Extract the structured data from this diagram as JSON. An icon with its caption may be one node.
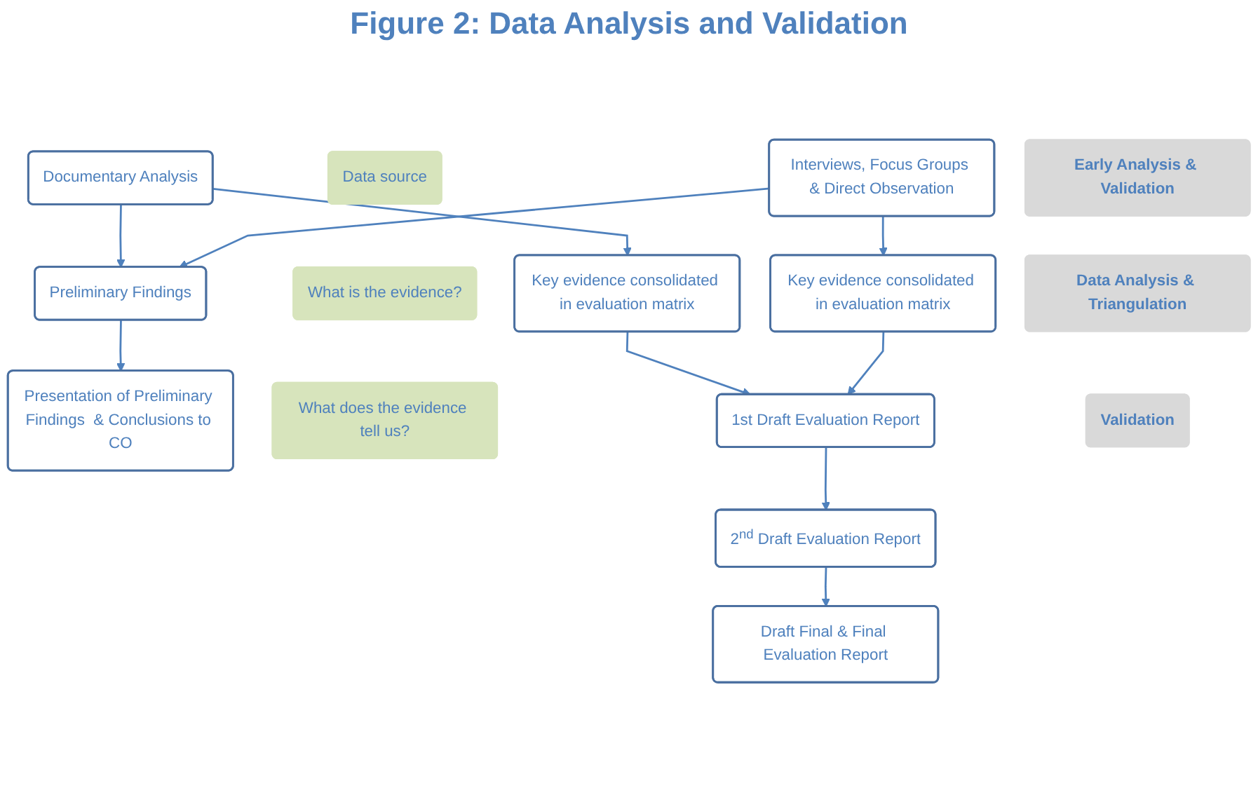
{
  "diagram": {
    "title": "Figure 2: Data Analysis and Validation",
    "nodes": [
      {
        "text": [
          "Data source"
        ]
      },
      {
        "text": [
          "Documentary Analysis"
        ]
      },
      {
        "text": [
          "Interviews, Focus Groups & Direct Observation"
        ]
      },
      {
        "text": [
          "Early Analysis & Validation"
        ]
      },
      {
        "text": [
          "What is the evidence?"
        ]
      },
      {
        "text": [
          "Preliminary Findings"
        ]
      },
      {
        "text": [
          "Presentation of Preliminary Findings  & Conclusions to CO"
        ]
      },
      {
        "text": [
          "Data Analysis & Triangulation"
        ]
      },
      {
        "text": [
          "What does the evidence tell us?"
        ]
      },
      {
        "text": [
          "Key evidence consolidated in evaluation matrix"
        ]
      },
      {
        "text": [
          "Key evidence consolidated in evaluation matrix"
        ]
      },
      {
        "text": [
          "1st Draft Evaluation Report"
        ]
      },
      {
        "text": [
          "Validation"
        ]
      },
      {
        "text": [
          "2$^{nd}$ Draft Evaluation Report"
        ]
      },
      {
        "text": [
          "Draft Final & Final Evaluation Report"
        ]
      }
    ],
    "edges": [
      {
        "from": 1,
        "to": 5,
        "arrow": "to"
      },
      {
        "from": 1,
        "to": 9,
        "arrow": "to"
      },
      {
        "from": 2,
        "to": 5,
        "arrow": "to"
      },
      {
        "from": 2,
        "to": 10,
        "arrow": "to"
      },
      {
        "from": 5,
        "to": 6,
        "arrow": "to"
      },
      {
        "from": 9,
        "to": 11,
        "arrow": "to"
      },
      {
        "from": 10,
        "to": 11,
        "arrow": "to"
      },
      {
        "from": 11,
        "to": 13,
        "arrow": "to"
      },
      {
        "from": 13,
        "to": 14,
        "arrow": "to"
      }
    ]
  }
}
